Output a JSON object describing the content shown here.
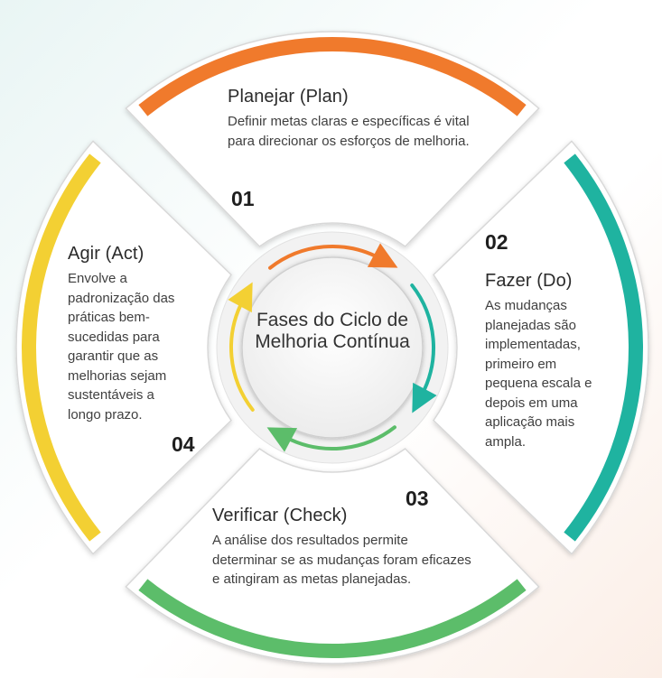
{
  "center_title": "Fases do Ciclo de Melhoria Contínua",
  "phases": [
    {
      "number": "01",
      "title": "Planejar (Plan)",
      "text": "Definir metas claras e específicas é vital para direcionar os esforços de melhoria.",
      "color": "#f07a2c"
    },
    {
      "number": "02",
      "title": "Fazer (Do)",
      "text": "As mudanças planejadas são implementadas, primeiro em pequena escala e depois em uma aplicação mais ampla.",
      "color": "#1fb3a0"
    },
    {
      "number": "03",
      "title": "Verificar (Check)",
      "text": "A análise dos resultados permite determinar se as mudanças foram eficazes e atingiram as metas planejadas.",
      "color": "#5cbd6a"
    },
    {
      "number": "04",
      "title": "Agir (Act)",
      "text": "Envolve a padronização das práticas bem-sucedidas para garantir que as melhorias sejam sustentáveis a longo prazo.",
      "color": "#f3d033"
    }
  ],
  "colors": {
    "segment_fill": "#ffffff",
    "segment_border": "#d8d8d8",
    "inner_ring": "#f2f2f2",
    "center_circle": "#fbfbfb"
  }
}
